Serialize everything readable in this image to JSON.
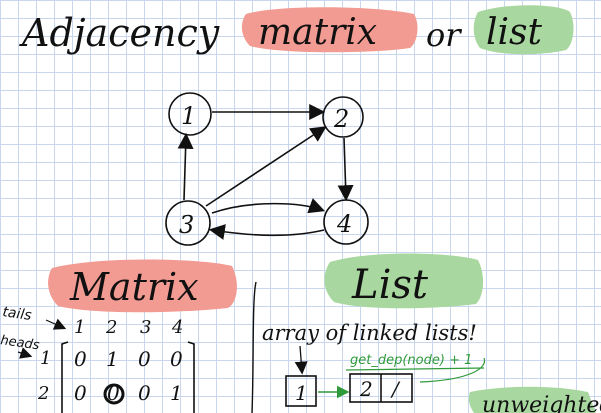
{
  "title": {
    "prefix": "Adjacency",
    "matrix_word": "matrix",
    "joiner": "or",
    "list_word": "list",
    "matrix_highlight": "#f29b93",
    "list_highlight": "#a8d8a0"
  },
  "graph": {
    "nodes": [
      "1",
      "2",
      "3",
      "4"
    ]
  },
  "matrix_section": {
    "heading": "Matrix",
    "highlight": "#f29b93",
    "corner_top": "tails",
    "corner_left": "heads",
    "column_headers": [
      "1",
      "2",
      "3",
      "4"
    ],
    "row_headers": [
      "1",
      "2"
    ],
    "rows": [
      [
        "0",
        "1",
        "0",
        "0"
      ],
      [
        "0",
        "0",
        "0",
        "1"
      ]
    ]
  },
  "list_section": {
    "heading": "List",
    "highlight": "#a8d8a0",
    "description": "array of linked lists!",
    "note": "get_dep(node) + 1",
    "note_color": "#2f9a3a",
    "array_cell": "1",
    "linked_node_value": "2",
    "linked_node_next": "/",
    "footer_partial": "unweighted"
  },
  "colors": {
    "grid": "#c9d7ee",
    "ink": "#111111"
  }
}
